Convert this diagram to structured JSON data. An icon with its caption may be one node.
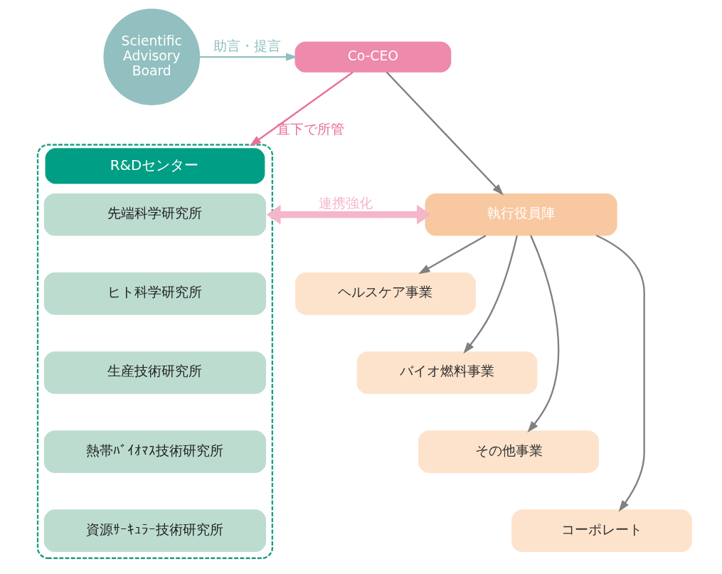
{
  "diagram": {
    "nodes": [
      {
        "text": [
          "Scientific Advisory Board"
        ]
      },
      {
        "text": [
          "Co-CEO"
        ]
      },
      {
        "text": [
          "R&Dセンター"
        ]
      },
      {
        "text": [
          "先端科学研究所"
        ],
        "in": 2
      },
      {
        "text": [
          "ヒト科学研究所"
        ],
        "in": 2
      },
      {
        "text": [
          "生産技術研究所"
        ],
        "in": 2
      },
      {
        "text": [
          "熱帯ﾊﾞｲｵﾏｽ技術研究所"
        ],
        "in": 2
      },
      {
        "text": [
          "資源ｻｰｷｭﾗｰ技術研究所"
        ],
        "in": 2
      },
      {
        "text": [
          "執行役員陣"
        ]
      },
      {
        "text": [
          "ヘルスケア事業"
        ]
      },
      {
        "text": [
          "バイオ燃料事業"
        ]
      },
      {
        "text": [
          "その他事業"
        ]
      },
      {
        "text": [
          "コーポレート"
        ]
      }
    ],
    "edges": [
      {
        "from": 0,
        "to": 1,
        "arrow": "to",
        "label": "助言・提言",
        "color": "#92bfbf"
      },
      {
        "from": 1,
        "to": 2,
        "arrow": "to",
        "label": "直下で所管",
        "color": "#e8709a"
      },
      {
        "from": 1,
        "to": 8,
        "arrow": "to"
      },
      {
        "from": 2,
        "to": 8,
        "arrow": "both",
        "label": "連携強化",
        "style": "thick",
        "color": "#f4b6c8"
      },
      {
        "from": 8,
        "to": 9,
        "arrow": "to"
      },
      {
        "from": 8,
        "to": 10,
        "arrow": "to"
      },
      {
        "from": 8,
        "to": 11,
        "arrow": "to"
      },
      {
        "from": 8,
        "to": 12,
        "arrow": "to"
      }
    ]
  }
}
